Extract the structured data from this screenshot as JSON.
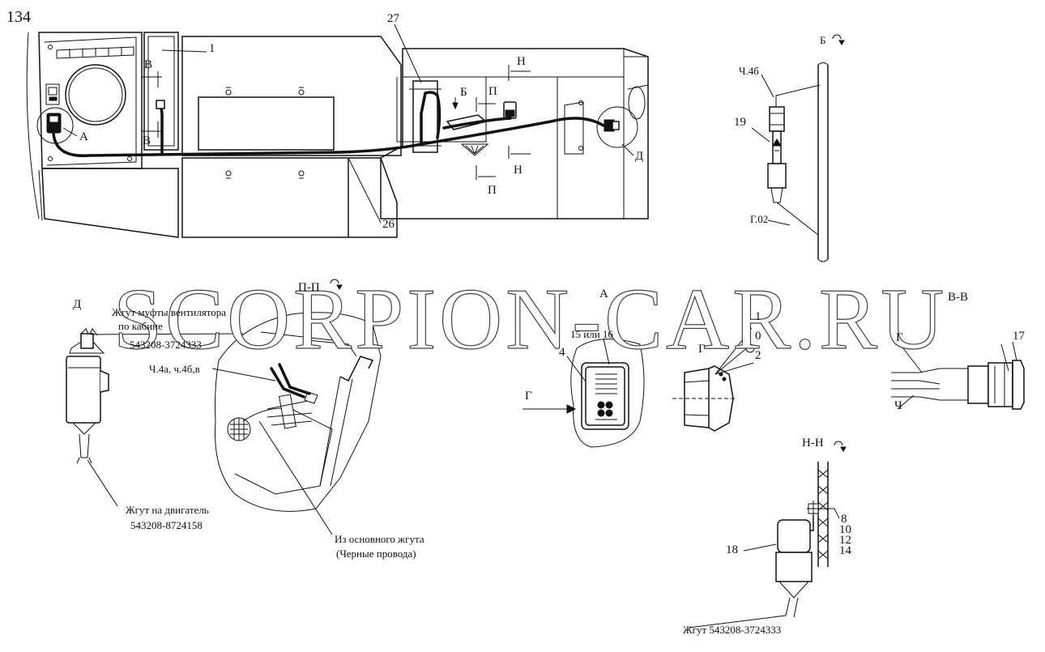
{
  "page_number": "134",
  "watermark": "SCORPION-CAR.RU",
  "callouts": {
    "c1": "1",
    "c27": "27",
    "c26": "26",
    "c19": "19",
    "c17": "17",
    "c18": "18",
    "c4": "4",
    "c15_16": "15 или 16",
    "c8": "8",
    "c10": "10",
    "c12": "12",
    "c14": "14",
    "g1": "1",
    "g0": "0",
    "g2": "2"
  },
  "section_marks": {
    "v_top": "В",
    "v_bottom": "В",
    "a_main": "А",
    "n_top": "Н",
    "n_bottom": "Н",
    "p_top": "П",
    "p_bottom": "П",
    "b_main": "Б",
    "d_main": "Д"
  },
  "views": {
    "b": "Б",
    "pp": "П-П",
    "a": "А",
    "d": "Д",
    "vv": "В-В",
    "nn": "Н-Н",
    "g": "Г"
  },
  "detail_b": {
    "top_wire": "Ч.4б",
    "bottom_wire": "Г.02"
  },
  "detail_d": {
    "harness_fan_line1": "Жгут муфты вентилятора",
    "harness_fan_line2": "по кабине",
    "harness_fan_code": "543208-3724333",
    "harness_engine_line1": "Жгут на двигатель",
    "harness_engine_code": "543208-8724158"
  },
  "detail_pp": {
    "wires": "Ч.4а, ч.4б,в",
    "from_main_line1": "Из основного жгута",
    "from_main_line2": "(Черные провода)"
  },
  "detail_vv": {
    "wire_top": "Г",
    "wire_bottom": "Ч"
  },
  "detail_a": {
    "arrow_label": "Г"
  },
  "detail_nn": {
    "harness": "Жгут 543208-3724333"
  }
}
